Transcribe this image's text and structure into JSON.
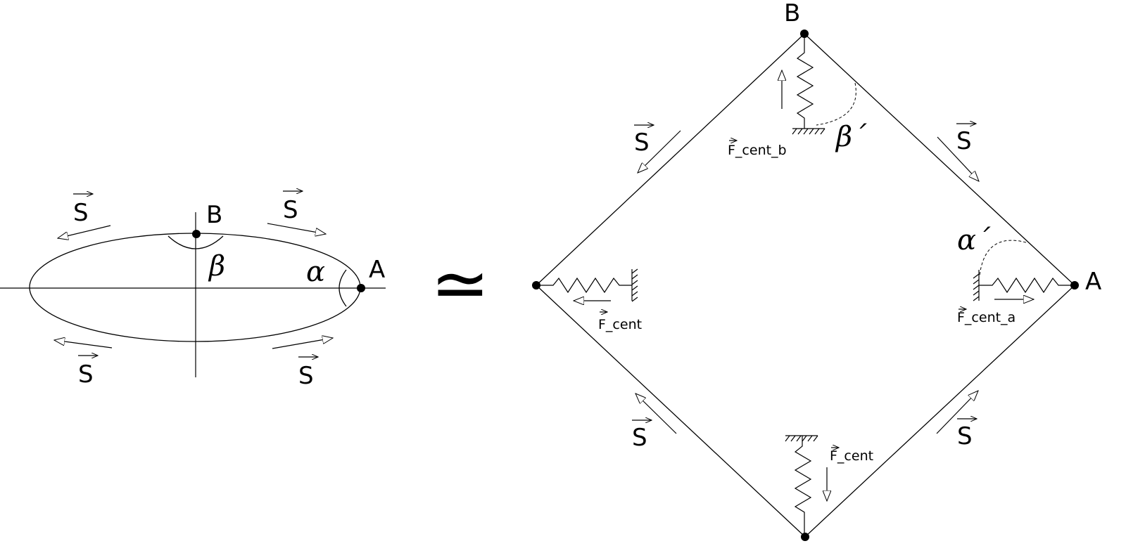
{
  "points": {
    "a": "A",
    "b": "B"
  },
  "angles": {
    "alpha": "α",
    "beta": "β",
    "alpha_prime": "α´",
    "beta_prime": "β´"
  },
  "vector_s": "S",
  "approx_symbol": "≃",
  "forces": {
    "left": "F_cent",
    "bottom": "F_cent",
    "top": "F_cent_b",
    "right": "F_cent_a"
  }
}
